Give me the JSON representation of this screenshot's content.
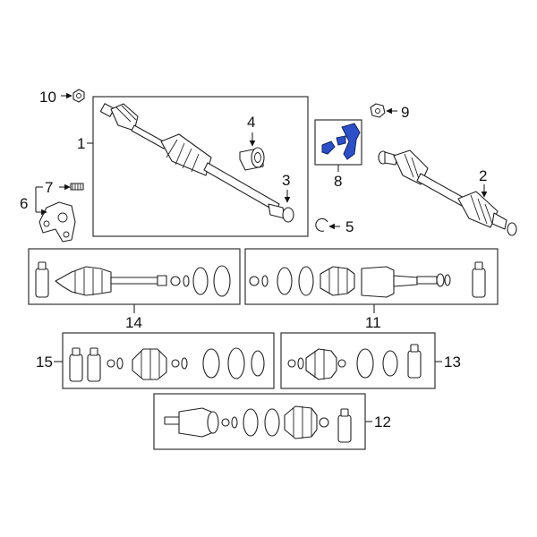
{
  "callouts": {
    "c1": "1",
    "c2": "2",
    "c3": "3",
    "c4": "4",
    "c5": "5",
    "c6": "6",
    "c7": "7",
    "c8": "8",
    "c9": "9",
    "c10": "10",
    "c11": "11",
    "c12": "12",
    "c13": "13",
    "c14": "14",
    "c15": "15"
  },
  "colors": {
    "highlight": "#2d50c8",
    "line": "#222222",
    "background": "#ffffff"
  }
}
